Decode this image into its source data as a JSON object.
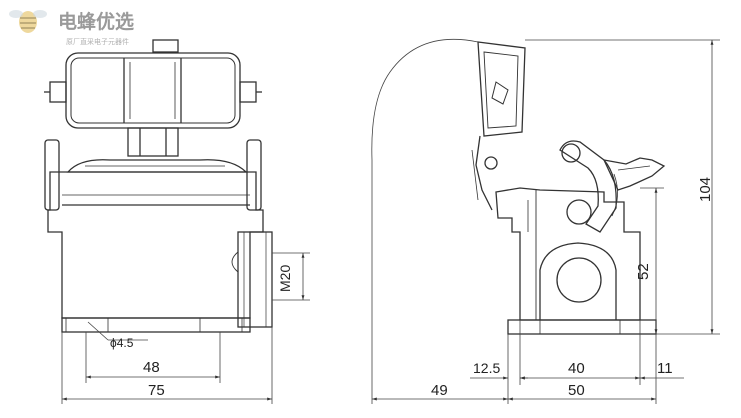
{
  "logo": {
    "title": "电蜂优选",
    "subtitle": "原厂直采电子元器件"
  },
  "dimensions": {
    "hole_diameter": "ϕ4.5",
    "mounting_spacing": "48",
    "base_width": "75",
    "thread": "M20",
    "offset_left": "12.5",
    "mount_depth": "40",
    "right_overhang": "11",
    "cover_swing": "49",
    "base_depth": "50",
    "total_height": "104",
    "lever_height": "52"
  },
  "colors": {
    "line": "#333333",
    "dimension": "#444444",
    "background": "#ffffff"
  }
}
